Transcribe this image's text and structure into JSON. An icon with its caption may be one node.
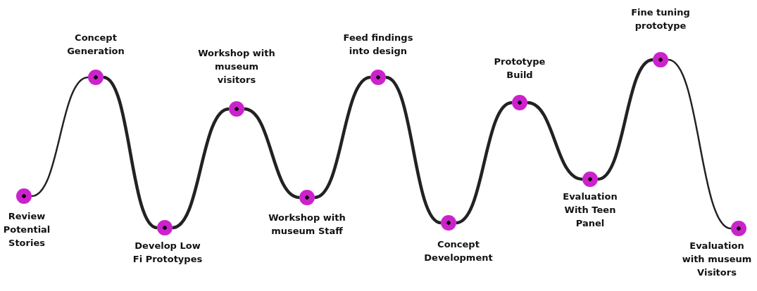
{
  "diagram": {
    "nodes": [
      {
        "text": [],
        "shape": "circle",
        "beside": [
          "Review Potential Stories"
        ]
      },
      {
        "text": [],
        "shape": "circle",
        "beside": [
          "Concept Generation"
        ]
      },
      {
        "text": [],
        "shape": "circle",
        "beside": [
          "Develop Low Fi Prototypes"
        ]
      },
      {
        "text": [],
        "shape": "circle",
        "beside": [
          "Workshop with museum visitors"
        ]
      },
      {
        "text": [],
        "shape": "circle",
        "beside": [
          "Workshop with museum Staff"
        ]
      },
      {
        "text": [],
        "shape": "circle",
        "beside": [
          "Feed findings into design"
        ]
      },
      {
        "text": [],
        "shape": "circle",
        "beside": [
          "Concept Development"
        ]
      },
      {
        "text": [],
        "shape": "circle",
        "beside": [
          "Prototype Build"
        ]
      },
      {
        "text": [],
        "shape": "circle",
        "beside": [
          "Evaluation With Teen Panel"
        ]
      },
      {
        "text": [],
        "shape": "circle",
        "beside": [
          "Fine tuning prototype"
        ]
      },
      {
        "text": [],
        "shape": "circle",
        "beside": [
          "Evaluation with museum Visitors"
        ]
      }
    ],
    "edges": [
      {
        "from": 0,
        "to": 1,
        "arrow": "none"
      },
      {
        "from": 1,
        "to": 2,
        "arrow": "none"
      },
      {
        "from": 2,
        "to": 3,
        "arrow": "none"
      },
      {
        "from": 3,
        "to": 4,
        "arrow": "none"
      },
      {
        "from": 4,
        "to": 5,
        "arrow": "none"
      },
      {
        "from": 5,
        "to": 6,
        "arrow": "none"
      },
      {
        "from": 6,
        "to": 7,
        "arrow": "none"
      },
      {
        "from": 7,
        "to": 8,
        "arrow": "none"
      },
      {
        "from": 8,
        "to": 9,
        "arrow": "none"
      },
      {
        "from": 9,
        "to": 10,
        "arrow": "none"
      }
    ]
  }
}
